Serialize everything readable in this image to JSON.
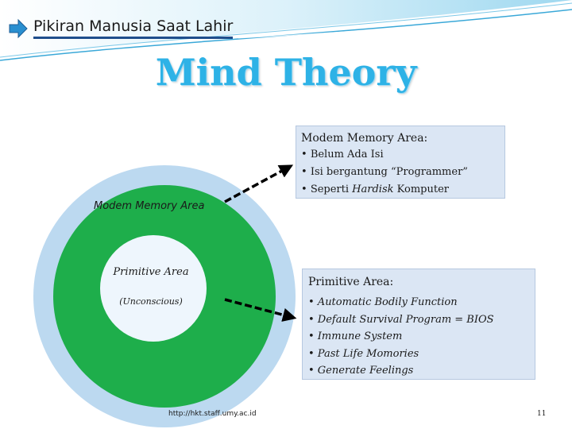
{
  "header": {
    "title": "Pikiran Manusia Saat Lahir"
  },
  "main_title": "Mind Theory",
  "diagram": {
    "outer_label": "Modem Memory Area",
    "inner_label": "Primitive Area",
    "inner_sublabel": "(Unconscious)"
  },
  "modern_box": {
    "title": "Modem Memory Area:",
    "items": [
      {
        "bullet": "• ",
        "text": "Belum Ada Isi"
      },
      {
        "bullet": "• ",
        "text": "Isi bergantung “Programmer”"
      },
      {
        "bullet": "• ",
        "text_before": "Seperti ",
        "text_em": "Hardisk",
        "text_after": " Komputer"
      }
    ]
  },
  "primitive_box": {
    "title": "Primitive Area:",
    "items": [
      "• Automatic Bodily Function",
      "• Default Survival Program = BIOS",
      "• Immune System",
      "• Past Life Momories",
      "• Generate Feelings"
    ]
  },
  "footer": {
    "url": "http://hkt.staff.umy.ac.id",
    "page_number": "11"
  },
  "colors": {
    "outer_ring": "#bcd9f0",
    "green_area": "#1eae4b",
    "inner_circle": "#eef6fd",
    "title": "#2eb2e6",
    "box_fill": "#dbe6f4"
  }
}
